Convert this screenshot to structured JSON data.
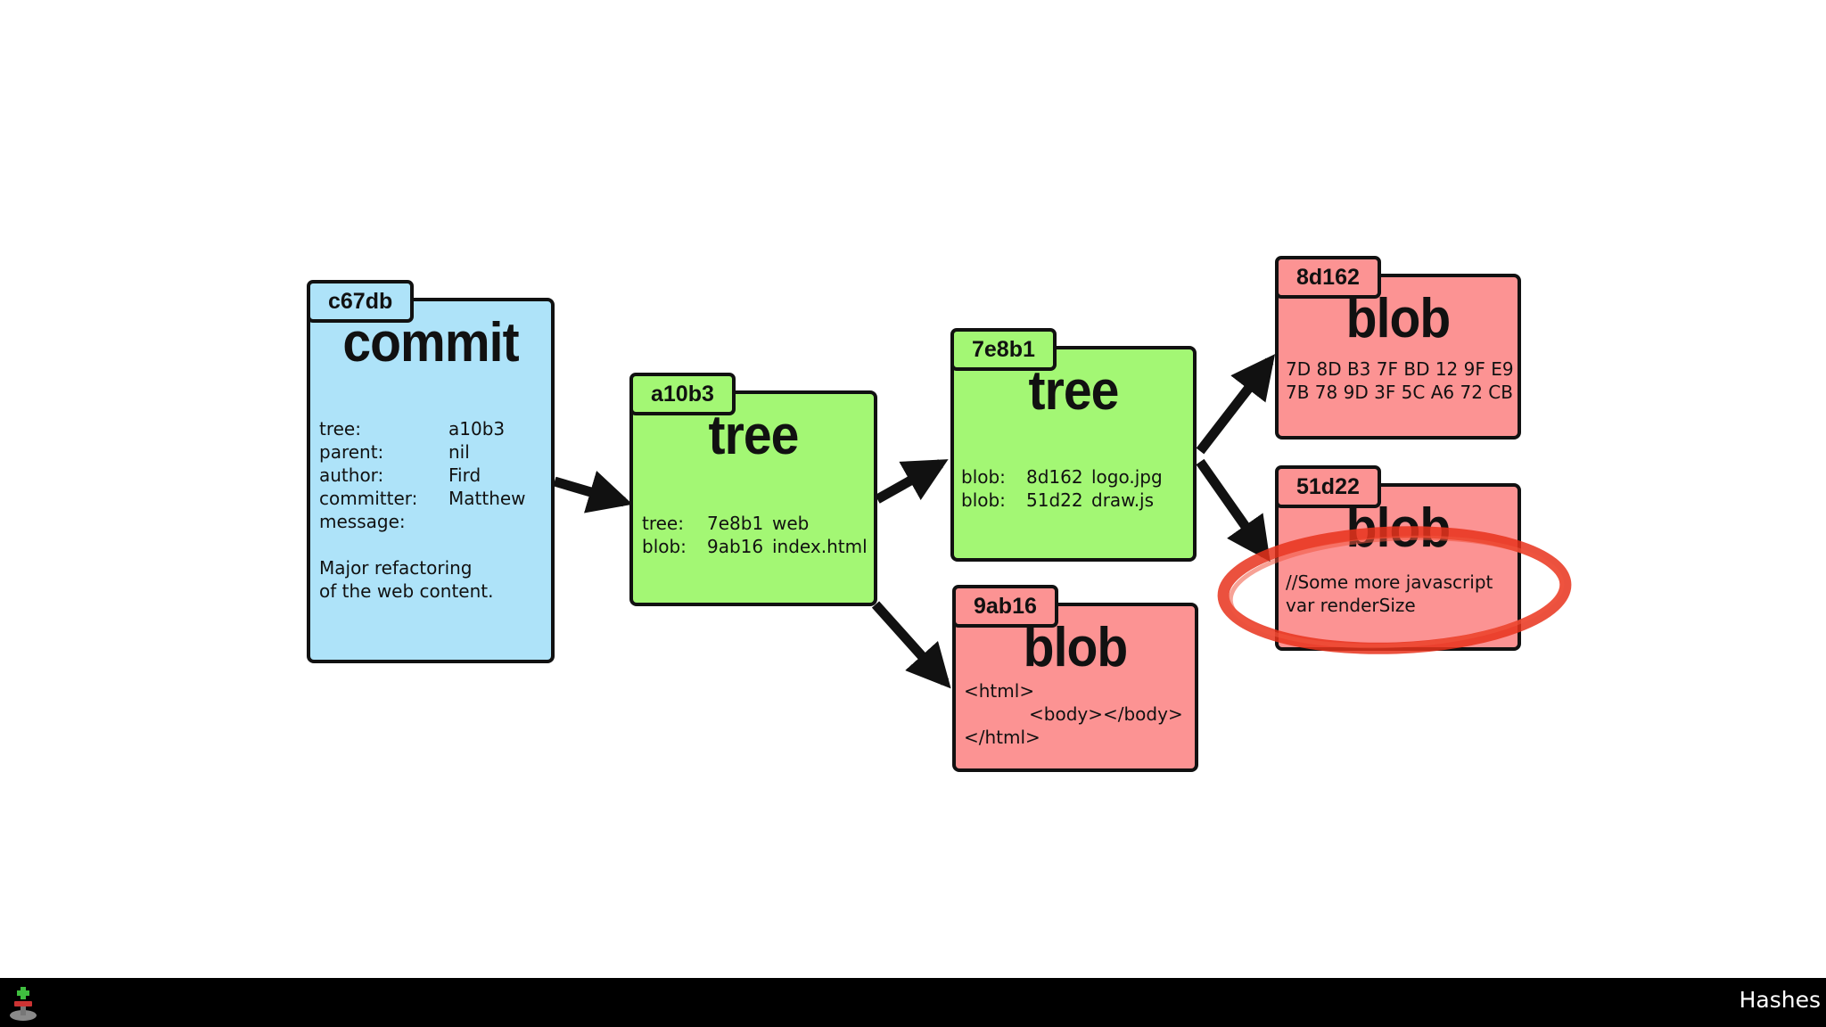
{
  "commit": {
    "hash": "c67db",
    "type": "commit",
    "fields": [
      {
        "key": "tree:",
        "value": "a10b3"
      },
      {
        "key": "parent:",
        "value": "nil"
      },
      {
        "key": "author:",
        "value": "Fird"
      },
      {
        "key": "committer:",
        "value": "Matthew"
      },
      {
        "key": "message:",
        "value": ""
      }
    ],
    "message_lines": [
      "Major refactoring",
      "of the web content."
    ]
  },
  "tree_root": {
    "hash": "a10b3",
    "type": "tree",
    "entries": [
      {
        "kind": "tree:",
        "hash": "7e8b1",
        "name": "web"
      },
      {
        "kind": "blob:",
        "hash": "9ab16",
        "name": "index.html"
      }
    ]
  },
  "tree_web": {
    "hash": "7e8b1",
    "type": "tree",
    "entries": [
      {
        "kind": "blob:",
        "hash": "8d162",
        "name": "logo.jpg"
      },
      {
        "kind": "blob:",
        "hash": "51d22",
        "name": "draw.js"
      }
    ]
  },
  "blob_logo": {
    "hash": "8d162",
    "type": "blob",
    "lines": [
      "7D 8D B3 7F BD 12 9F E9",
      "7B 78 9D 3F 5C A6 72 CB"
    ]
  },
  "blob_draw": {
    "hash": "51d22",
    "type": "blob",
    "lines": [
      "//Some more javascript",
      "var renderSize"
    ]
  },
  "blob_index": {
    "hash": "9ab16",
    "type": "blob",
    "lines": [
      "<html>",
      "<body></body>",
      "</html>"
    ]
  },
  "colors": {
    "commit": "#aee3f9",
    "tree": "#a3f774",
    "blob": "#fc9393",
    "highlight": "#e8321c"
  },
  "footer": {
    "slide_title": "Hashes",
    "app_icon": "keynote-icon"
  }
}
